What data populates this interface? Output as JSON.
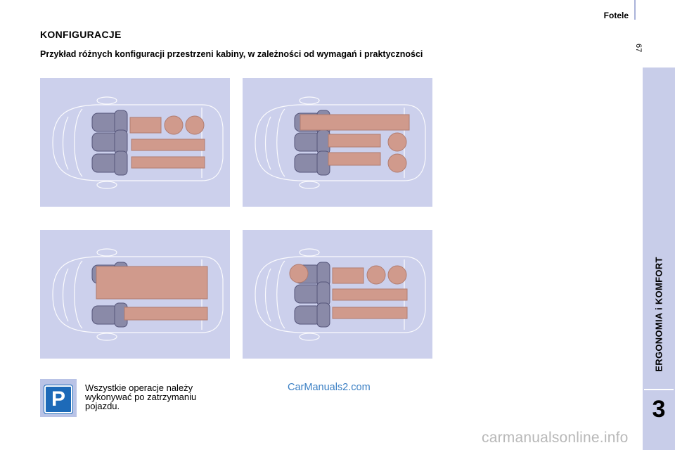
{
  "header": {
    "section": "Fotele",
    "page_number": "67"
  },
  "sidebar": {
    "title": "ERGONOMIA i KOMFORT",
    "chapter": "3"
  },
  "content": {
    "title": "KONFIGURACJE",
    "subtitle": "Przykład różnych konfiguracji przestrzeni kabiny, w zależności od wymagań i praktyczności"
  },
  "note": {
    "icon": "parking-sign-icon",
    "icon_letter": "P",
    "text": "Wszystkie operacje należy wykonywać po zatrzymaniu pojazdu."
  },
  "watermarks": {
    "middle": "CarManuals2.com",
    "bottom": "carmanualsonline.info"
  },
  "colors": {
    "panel_bg": "#ccd0ec",
    "sidebar_bg": "#c8cde9",
    "cargo": "#d09a8c",
    "seat": "#8a8aa8",
    "parking_sign": "#1d6ab8"
  }
}
